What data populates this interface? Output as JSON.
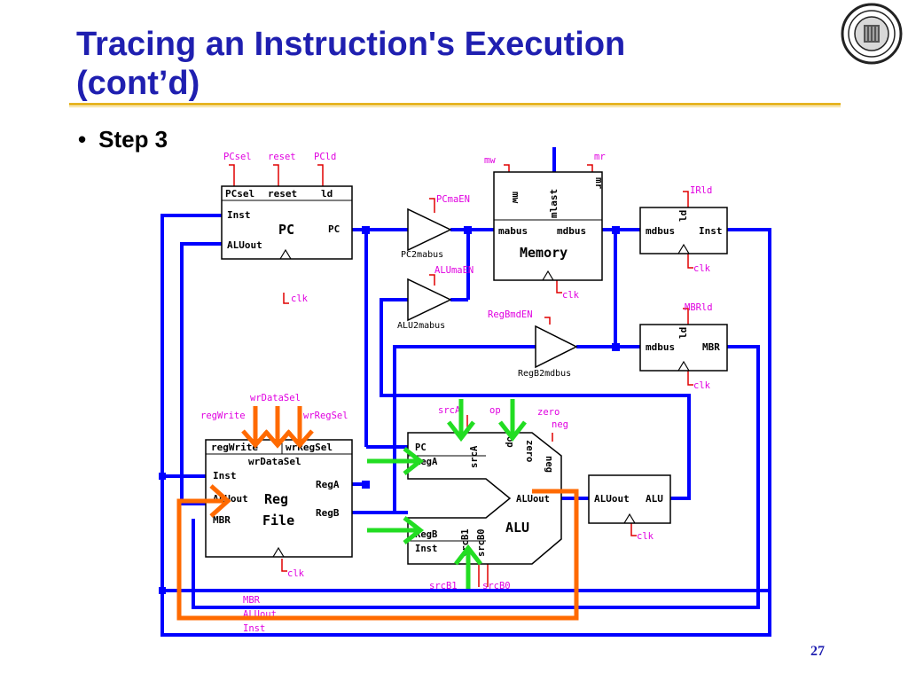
{
  "title": {
    "line1": "Tracing an Instruction's Execution",
    "line2": "(cont’d)"
  },
  "bullet": {
    "text": "Step 3"
  },
  "page_number": "27",
  "colors": {
    "title": "#1f1fb0",
    "rule": "#e6b422",
    "bus": "#0000ff",
    "control": "#e000e0",
    "tick": "#e00000",
    "arrow_green": "#22dd22",
    "arrow_orange": "#ff6a00"
  },
  "diagram": {
    "pc": {
      "name": "PC",
      "ports": {
        "pcsel": "PCsel",
        "reset": "reset",
        "ld": "ld",
        "inst": "Inst",
        "aluout": "ALUout",
        "pc": "PC"
      },
      "signals": {
        "pcsel": "PCsel",
        "reset": "reset",
        "pcld": "PCld",
        "clk": "clk"
      }
    },
    "memory": {
      "name": "Memory",
      "ports": {
        "mw": "mw",
        "mlast": "mlast",
        "mr": "mr",
        "mabus": "mabus",
        "mdbus": "mdbus"
      },
      "signals": {
        "mw": "mw",
        "mr": "mr",
        "clk": "clk"
      }
    },
    "ir": {
      "ports": {
        "mdbus": "mdbus",
        "ld": "ld",
        "inst": "Inst"
      },
      "signals": {
        "ld": "IRld",
        "clk": "clk"
      }
    },
    "mbr": {
      "ports": {
        "mdbus": "mdbus",
        "ld": "ld",
        "mbr": "MBR"
      },
      "signals": {
        "ld": "MBRld",
        "clk": "clk"
      }
    },
    "buffers": {
      "pc2mabus": {
        "en": "PCmaEN",
        "name": "PC2mabus"
      },
      "alu2mabus": {
        "en": "ALUmaEN",
        "name": "ALU2mabus"
      },
      "regb2mdbus": {
        "en": "RegBmdEN",
        "name": "RegB2mdbus"
      }
    },
    "regfile": {
      "name1": "Reg",
      "name2": "File",
      "ports": {
        "regwrite": "regWrite",
        "wrregsel": "wrRegSel",
        "wrdatasel": "wrDataSel",
        "inst": "Inst",
        "aluout": "ALUout",
        "mbr": "MBR",
        "rega": "RegA",
        "regb": "RegB"
      },
      "signals": {
        "wrdatasel": "wrDataSel",
        "regwrite": "regWrite",
        "wrregsel": "wrRegSel",
        "clk": "clk"
      }
    },
    "alu": {
      "name": "ALU",
      "ports": {
        "pc": "PC",
        "rega": "RegA",
        "srca": "srcA",
        "op": "op",
        "zero": "zero",
        "neg": "neg",
        "aluout": "ALUout",
        "regb": "RegB",
        "inst": "Inst",
        "srcb1": "srcB1",
        "srcb0": "srcB0"
      },
      "signals": {
        "srca": "srcA",
        "op": "op",
        "zero": "zero",
        "neg": "neg",
        "srcb1": "srcB1",
        "srcb0": "srcB0"
      }
    },
    "aluout_reg": {
      "ports": {
        "aluout": "ALUout",
        "alu": "ALU"
      },
      "signals": {
        "clk": "clk"
      }
    },
    "bus_labels": {
      "mbr": "MBR",
      "aluout": "ALUout",
      "inst": "Inst"
    }
  }
}
